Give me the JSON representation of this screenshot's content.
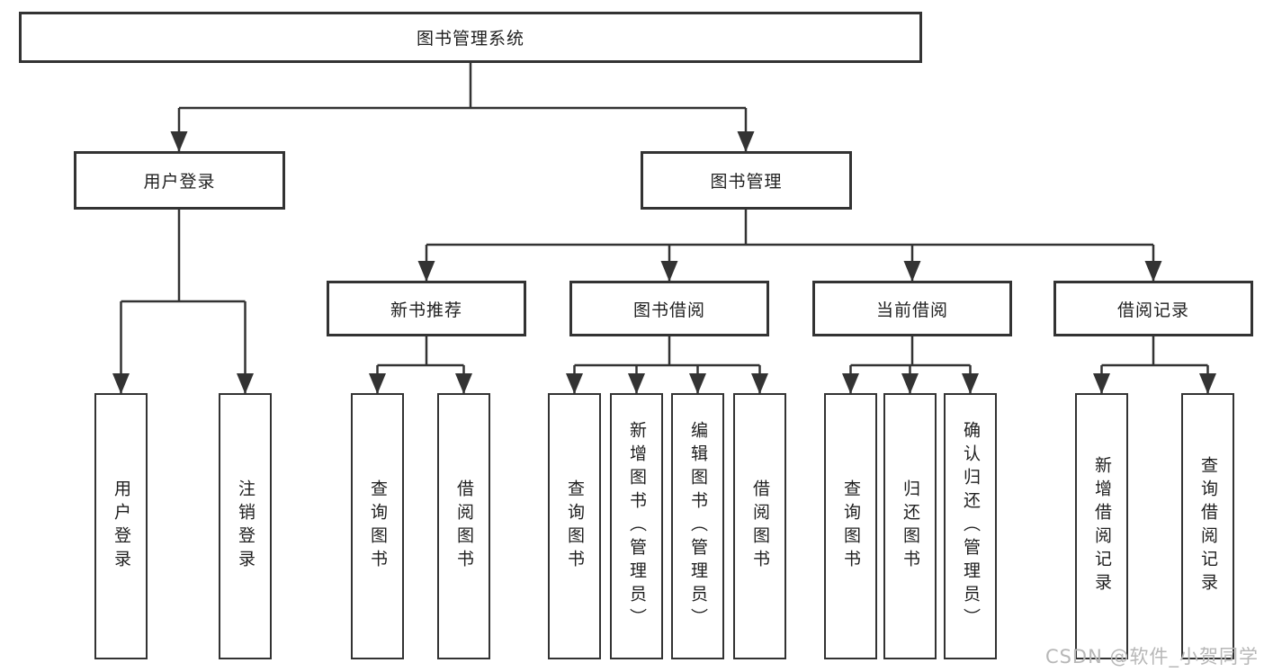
{
  "page": {
    "background": "#ffffff",
    "line_color": "#333333",
    "box_border_color": "#333333",
    "text_color": "#1f1f1f"
  },
  "tree": {
    "root": {
      "label": "图书管理系统"
    },
    "branches": [
      {
        "label": "用户登录",
        "leaves": [
          {
            "label": "用户登录"
          },
          {
            "label": "注销登录"
          }
        ]
      },
      {
        "label": "图书管理",
        "groups": [
          {
            "label": "新书推荐",
            "leaves": [
              {
                "label": "查询图书"
              },
              {
                "label": "借阅图书"
              }
            ]
          },
          {
            "label": "图书借阅",
            "leaves": [
              {
                "label": "查询图书"
              },
              {
                "label": "新增图书（管理员）"
              },
              {
                "label": "编辑图书（管理员）"
              },
              {
                "label": "借阅图书"
              }
            ]
          },
          {
            "label": "当前借阅",
            "leaves": [
              {
                "label": "查询图书"
              },
              {
                "label": "归还图书"
              },
              {
                "label": "确认归还（管理员）"
              }
            ]
          },
          {
            "label": "借阅记录",
            "leaves": [
              {
                "label": "新增借阅记录"
              },
              {
                "label": "查询借阅记录"
              }
            ]
          }
        ]
      }
    ]
  },
  "watermark": {
    "text": "CSDN @软件_小贺同学",
    "color": "#b7b7b7"
  }
}
